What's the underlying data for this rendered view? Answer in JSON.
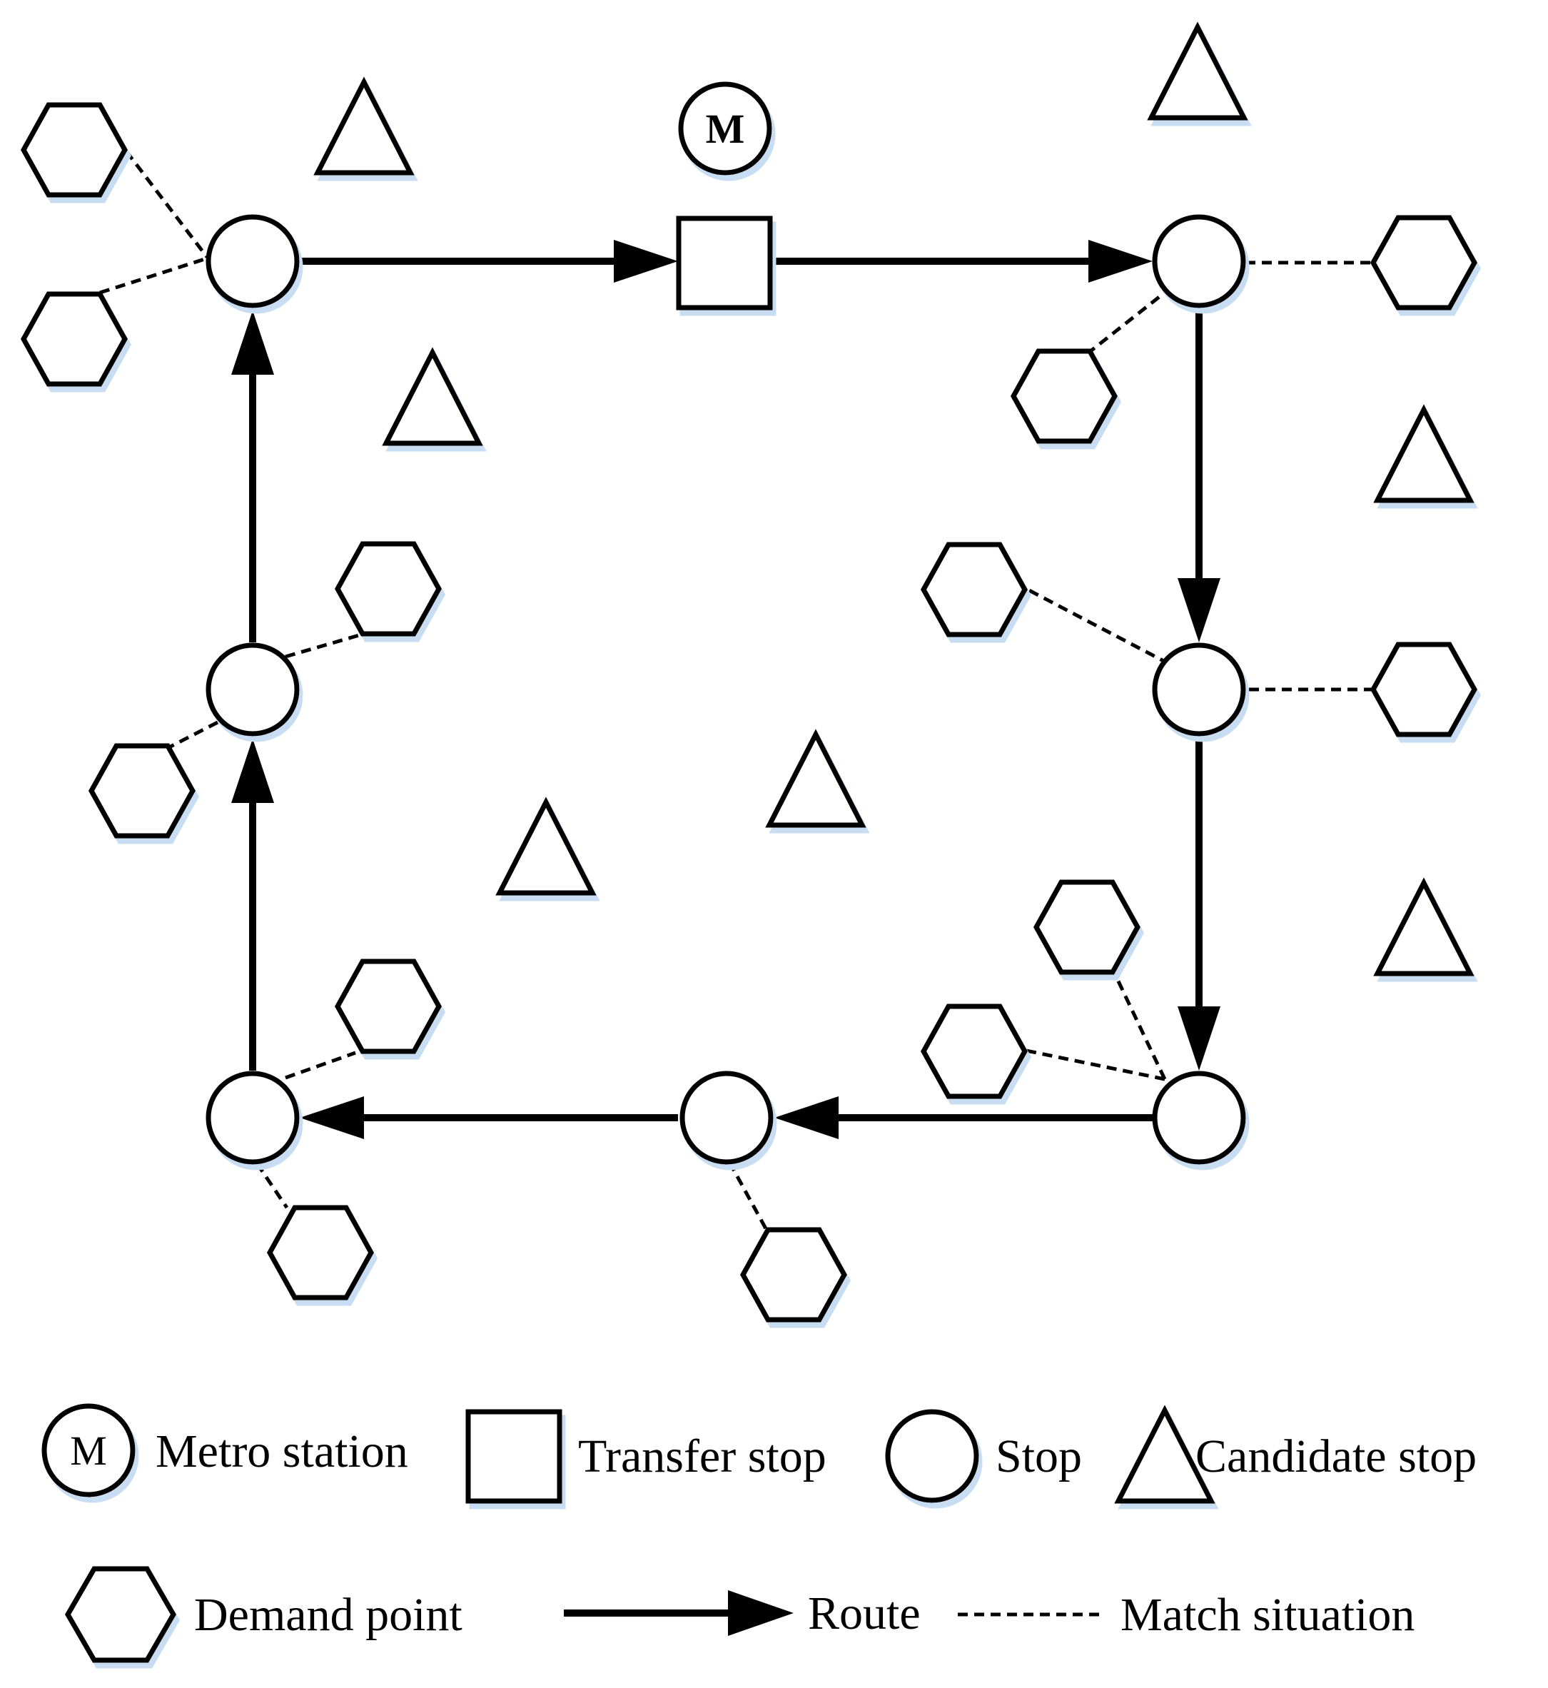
{
  "metro_marker": "M",
  "legend": {
    "metro_station": "Metro station",
    "transfer_stop": "Transfer stop",
    "stop": "Stop",
    "candidate_stop": "Candidate stop",
    "demand_point": "Demand point",
    "route": "Route",
    "match_situation": "Match situation"
  },
  "colors": {
    "stroke": "#000000",
    "shadow": "#c9ddf2",
    "background": "#ffffff"
  }
}
